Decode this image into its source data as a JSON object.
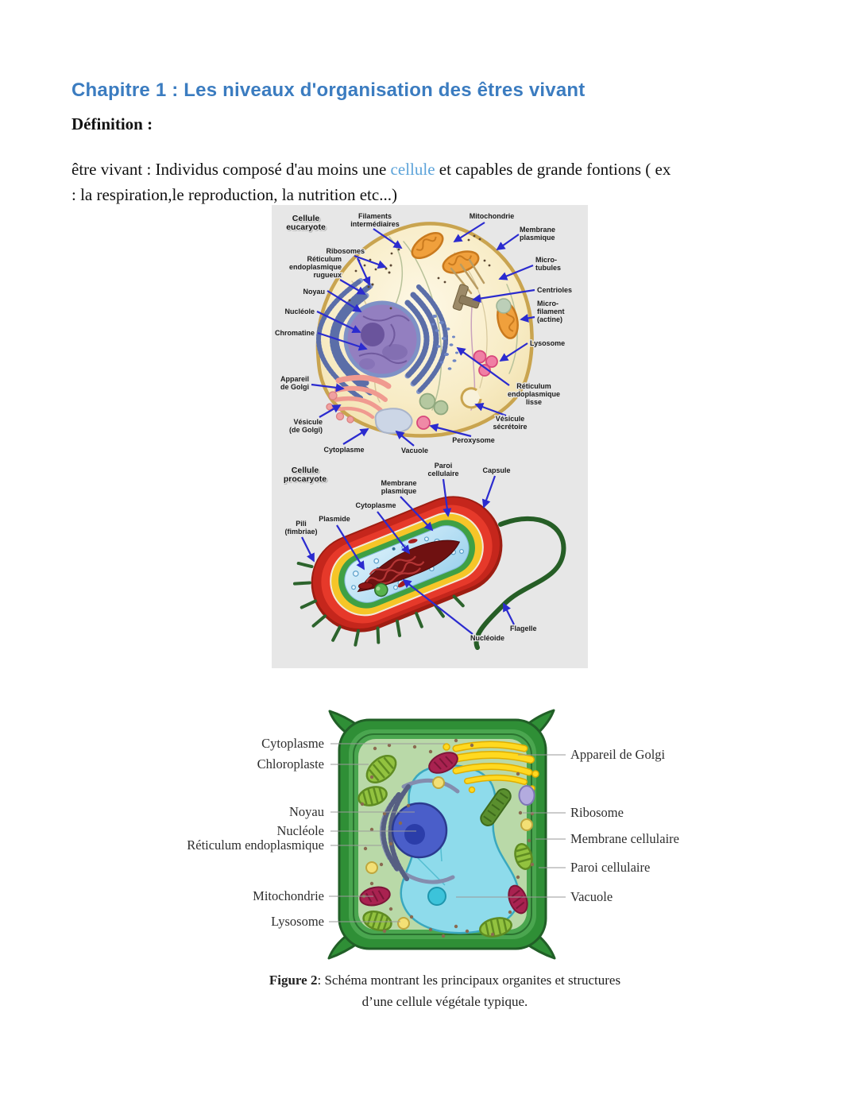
{
  "colors": {
    "heading_blue": "#3b7cc0",
    "link_blue": "#5ca3d9",
    "diagram_arrow_blue": "#2b2bcf",
    "figure1_background": "#e7e7e7"
  },
  "header": {
    "title": "Chapitre 1 : Les niveaux d'organisation des êtres vivant"
  },
  "definition": {
    "heading": "Définition :",
    "before_link": "être vivant : Individus composé d'au moins une ",
    "link": "cellule",
    "after_link": " et capables de grande fontions ( ex",
    "line2": ": la respiration,le reproduction, la nutrition etc...)"
  },
  "figure1": {
    "eukaryote": {
      "title": [
        "Cellule",
        "eucaryote"
      ],
      "filaments": [
        "Filaments",
        "intermédiaires"
      ],
      "mitochondrie": "Mitochondrie",
      "membrane": [
        "Membrane",
        "plasmique"
      ],
      "ribosomes": "Ribosomes",
      "rer": [
        "Réticulum",
        "endoplasmique",
        "rugueux"
      ],
      "noyau": "Noyau",
      "nucleole": "Nucléole",
      "chromatine": "Chromatine",
      "microtubules": [
        "Micro-",
        "tubules"
      ],
      "centrioles": "Centrioles",
      "microfilament": [
        "Micro-",
        "filament",
        "(actine)"
      ],
      "lysosome": "Lysosome",
      "rel": [
        "Réticulum",
        "endoplasmique",
        "lisse"
      ],
      "golgi": [
        "Appareil",
        "de Golgi"
      ],
      "vesicule_golgi": [
        "Vésicule",
        "(de Golgi)"
      ],
      "vesicule_secretoire": [
        "Vésicule",
        "sécrétoire"
      ],
      "peroxysome": "Peroxysome",
      "cytoplasme": "Cytoplasme",
      "vacuole": "Vacuole"
    },
    "prokaryote": {
      "title": [
        "Cellule",
        "procaryote"
      ],
      "paroi": [
        "Paroi",
        "cellulaire"
      ],
      "capsule": "Capsule",
      "membrane": [
        "Membrane",
        "plasmique"
      ],
      "cytoplasme": "Cytoplasme",
      "plasmide": "Plasmide",
      "pili": [
        "Pili",
        "(fimbriae)"
      ],
      "flagelle": "Flagelle",
      "nucleoide": "Nucléoide"
    }
  },
  "figure2": {
    "left_labels": [
      "Cytoplasme",
      "Chloroplaste",
      "Noyau",
      "Nucléole",
      "Réticulum endoplasmique",
      "Mitochondrie",
      "Lysosome"
    ],
    "right_labels": [
      "Appareil de Golgi",
      "Ribosome",
      "Membrane cellulaire",
      "Paroi cellulaire",
      "Vacuole"
    ],
    "caption": {
      "bold": "Figure 2",
      "rest": ": Schéma montrant les principaux organites et structures",
      "line2": "d’une cellule végétale typique."
    }
  }
}
